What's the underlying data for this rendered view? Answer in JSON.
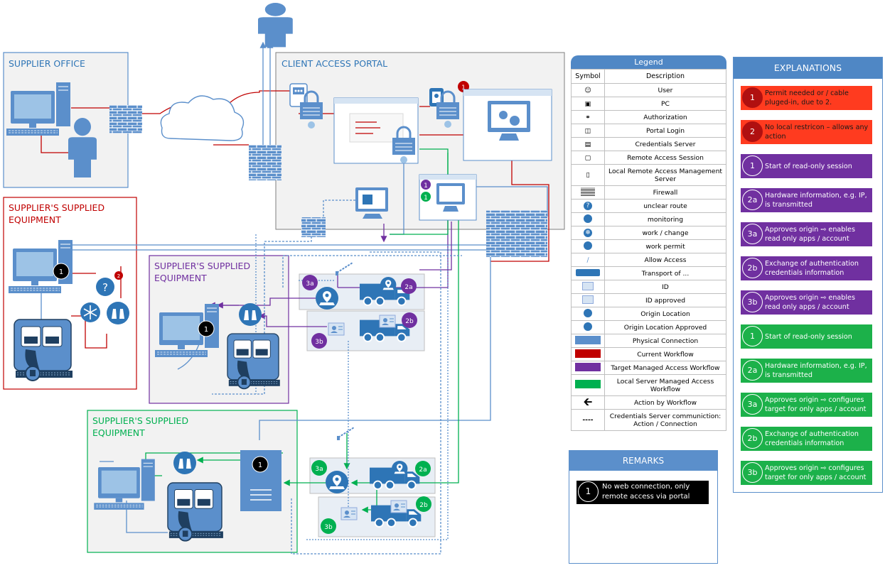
{
  "zones": {
    "supplier_office": "SUPPLIER OFFICE",
    "client_access_portal": "CLIENT ACCESS PORTAL",
    "equipment_red": "SUPPLIER'S SUPPLIED EQUIPMENT",
    "equipment_purple": "SUPPLIER'S SUPPLIED EQUIPMENT",
    "equipment_green": "SUPPLIER'S SUPPLIED EQUIPMENT"
  },
  "badges": {
    "b1": "1",
    "b2": "2",
    "b1a": "1",
    "b3a": "3a",
    "b2a": "2a",
    "b2b": "2b",
    "b3b": "3b"
  },
  "legend": {
    "title": "Legend",
    "col_symbol": "Symbol",
    "col_description": "Description",
    "rows": [
      {
        "icon": "user-icon",
        "label": "User"
      },
      {
        "icon": "pc-icon",
        "label": "PC"
      },
      {
        "icon": "lock-icon",
        "label": "Authorization"
      },
      {
        "icon": "portal-login-icon",
        "label": "Portal Login"
      },
      {
        "icon": "credentials-server-icon",
        "label": "Credentials Server"
      },
      {
        "icon": "remote-session-icon",
        "label": "Remote Access Session"
      },
      {
        "icon": "local-server-icon",
        "label": "Local Remote Access Management Server"
      },
      {
        "icon": "firewall-icon",
        "label": "Firewall"
      },
      {
        "icon": "question-icon",
        "label": "unclear route"
      },
      {
        "icon": "binoculars-icon",
        "label": "monitoring"
      },
      {
        "icon": "snowflake-icon",
        "label": "work / change"
      },
      {
        "icon": "clipboard-icon",
        "label": "work permit"
      },
      {
        "icon": "boom-barrier-icon",
        "label": "Allow Access"
      },
      {
        "icon": "truck-icon",
        "label": "Transport of ..."
      },
      {
        "icon": "id-card-icon",
        "label": "ID"
      },
      {
        "icon": "id-approved-icon",
        "label": "ID approved"
      },
      {
        "icon": "location-icon",
        "label": "Origin Location"
      },
      {
        "icon": "location-approved-icon",
        "label": "Origin Location Approved"
      },
      {
        "icon": "blue-swatch",
        "label": "Physical Connection"
      },
      {
        "icon": "red-swatch",
        "label": "Current Workflow"
      },
      {
        "icon": "purple-swatch",
        "label": "Target Managed Access Workflow"
      },
      {
        "icon": "green-swatch",
        "label": "Local Server Managed Access Workflow"
      },
      {
        "icon": "arrow-left-icon",
        "label": "Action by Workflow"
      },
      {
        "icon": "dashed-line-icon",
        "label": "Credentials Server communiction: Action / Connection"
      }
    ]
  },
  "remarks": {
    "title": "REMARKS",
    "items": [
      {
        "num": "1",
        "text": "No web connection, only remote access via portal"
      }
    ]
  },
  "explanations": {
    "title": "EXPLANATIONS",
    "items": [
      {
        "num": "1",
        "color": "red",
        "text": "Permit needed or / cable pluged-in, due to 2."
      },
      {
        "num": "2",
        "color": "red",
        "text": "No local restricon – allows any action"
      },
      {
        "num": "1",
        "color": "purple",
        "text": "Start of read-only session"
      },
      {
        "num": "2a",
        "color": "purple",
        "text": "Hardware information, e.g. IP, is transmitted"
      },
      {
        "num": "3a",
        "color": "purple",
        "text": "Approves origin ⇨ enables read only apps / account"
      },
      {
        "num": "2b",
        "color": "purple",
        "text": "Exchange of authentication credentials information"
      },
      {
        "num": "3b",
        "color": "purple",
        "text": "Approves origin ⇨ enables read only apps / account"
      },
      {
        "num": "1",
        "color": "green",
        "text": "Start of read-only session"
      },
      {
        "num": "2a",
        "color": "green",
        "text": "Hardware information, e.g. IP, is transmitted"
      },
      {
        "num": "3a",
        "color": "green",
        "text": "Approves origin ⇨ configures target for only apps / account"
      },
      {
        "num": "2b",
        "color": "green",
        "text": "Exchange of authentication credentials information"
      },
      {
        "num": "3b",
        "color": "green",
        "text": "Approves origin ⇨ configures target for only apps / account"
      }
    ]
  },
  "colors": {
    "physical": "#5b8fcb",
    "current": "#c00000",
    "target": "#7030a0",
    "local": "#00b050",
    "explanation_red": "#ff3b1f"
  }
}
